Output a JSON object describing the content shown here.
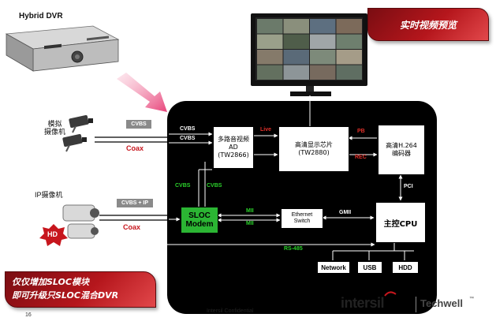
{
  "dvr": {
    "title": "Hybrid DVR"
  },
  "monitor": {
    "callout": "实时视频预览"
  },
  "left": {
    "analog_label": "模拟\n摄像机",
    "analog_tag": "CVBS",
    "analog_coax": "Coax",
    "ip_label": "IP摄像机",
    "ip_tag": "CVBS + IP",
    "ip_coax": "Coax",
    "hd_badge": "HD"
  },
  "board": {
    "cvbs_line1": "CVBS",
    "cvbs_line2": "CVBS",
    "cvbs_v1": "CVBS",
    "cvbs_v2": "CVBS",
    "mii1": "MII",
    "mii2": "MII",
    "gmii": "GMII",
    "live": "Live",
    "pb": "PB",
    "rec": "REC",
    "pci": "PCI",
    "rs485": "RS-485"
  },
  "blocks": {
    "ad": {
      "line1": "多路音视频",
      "line2": "AD",
      "line3": "(TW2866)"
    },
    "display": {
      "line1": "高清显示芯片",
      "line2": "(TW2880)"
    },
    "encoder": {
      "line1": "高清H.264",
      "line2": "编码器"
    },
    "sloc": {
      "line1": "SLOC",
      "line2": "Modem"
    },
    "ethernet": {
      "line1": "Ethernet",
      "line2": "Switch"
    },
    "cpu": {
      "label": "主控CPU"
    }
  },
  "ports": {
    "network": "Network",
    "usb": "USB",
    "hdd": "HDD"
  },
  "bottom": {
    "callout_line1": "仅仅增加SLOC模块",
    "callout_line2": "即可升级只SLOC混合DVR",
    "page_number": "16",
    "confidential": "Intersil Confidential",
    "brand_intersil": "intersil",
    "brand_techwell": "Techwell",
    "trademark": "™"
  },
  "colors": {
    "board": "#000000",
    "sloc_green": "#2bb533",
    "green_text": "#2bd12b",
    "red_text": "#e0302a",
    "callout_red": "#b5161c",
    "arrow_pink": "#e8447a"
  }
}
